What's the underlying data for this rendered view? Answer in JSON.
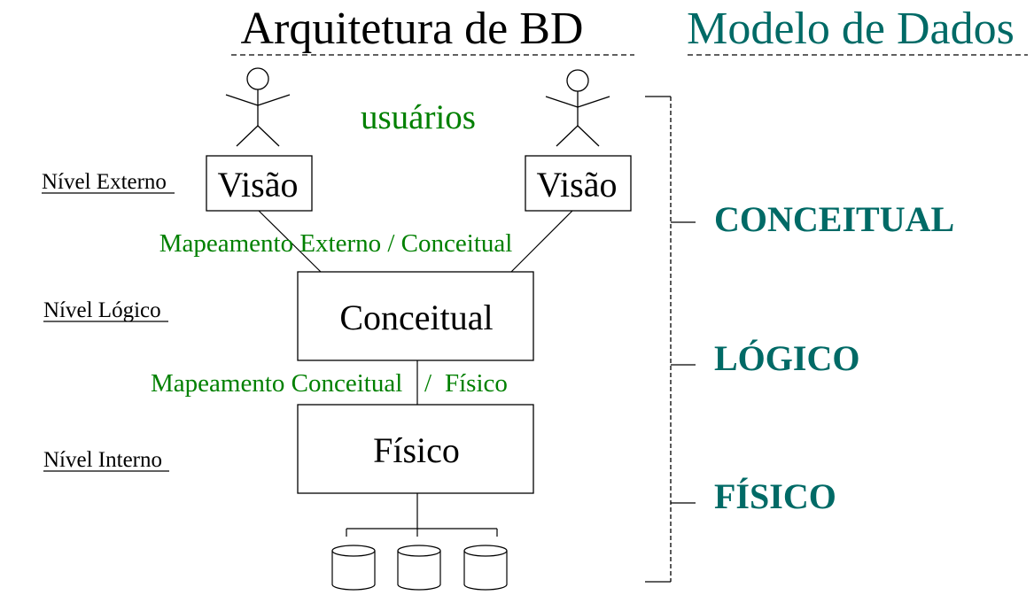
{
  "titles": {
    "architecture": "Arquitetura de BD",
    "data_model": "Modelo de Dados"
  },
  "users_label": "usuários",
  "levels": {
    "external": "Nível Externo",
    "logical": "Nível Lógico",
    "internal": "Nível Interno"
  },
  "boxes": {
    "view_left": "Visão",
    "view_right": "Visão",
    "conceptual": "Conceitual",
    "physical": "Físico"
  },
  "mappings": {
    "external_conceptual": "Mapeamento Externo / Conceitual",
    "conceptual_physical_a": "Mapeamento Conceitual",
    "conceptual_physical_sep": "/",
    "conceptual_physical_b": "Físico"
  },
  "models": {
    "conceptual": "CONCEITUAL",
    "logical": "LÓGICO",
    "physical": "FÍSICO"
  },
  "colors": {
    "text": "#000000",
    "mapping_green": "#008000",
    "model_teal": "#006a66"
  }
}
